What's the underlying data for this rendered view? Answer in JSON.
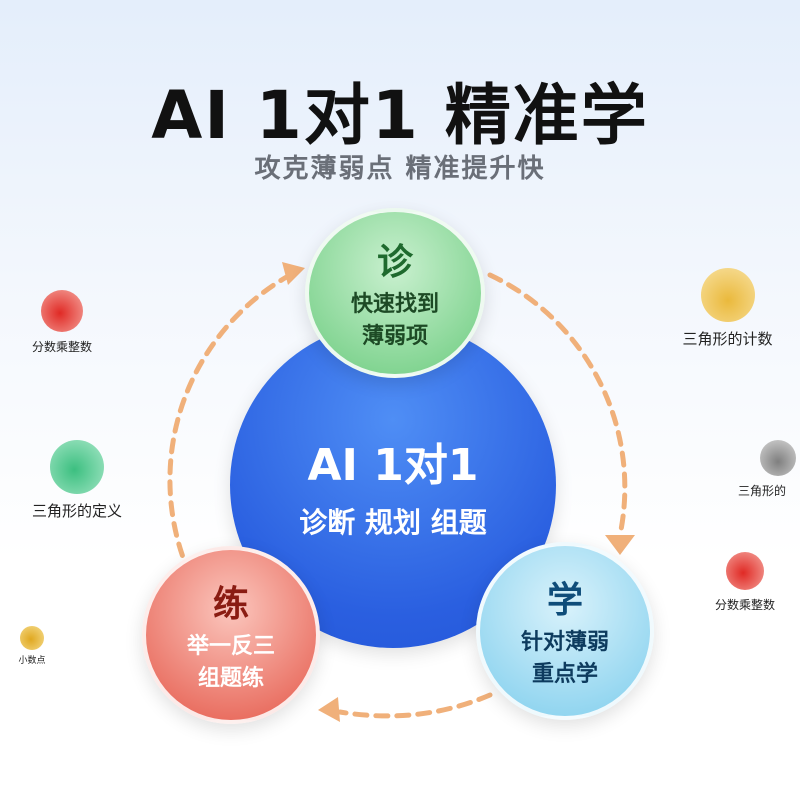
{
  "header": {
    "title": "AI 1对1 精准学",
    "subtitle": "攻克薄弱点 精准提升快"
  },
  "center": {
    "title": "AI 1对1",
    "subtitle": "诊断 规划 组题"
  },
  "steps": [
    {
      "key": "诊",
      "line1": "快速找到",
      "line2": "薄弱项",
      "color": "#7fd38f"
    },
    {
      "key": "学",
      "line1": "针对薄弱",
      "line2": "重点学",
      "color": "#8cd3ef"
    },
    {
      "key": "练",
      "line1": "举一反三",
      "line2": "组题练",
      "color": "#e8685a"
    }
  ],
  "planets": [
    {
      "label": "分数乘整数",
      "color": "#e85a50"
    },
    {
      "label": "三角形的定义",
      "color": "#5ccf9a"
    },
    {
      "label": "小数点",
      "color": "#e9b93a"
    },
    {
      "label": "三角形的计数",
      "color": "#efc248"
    },
    {
      "label": "三角形的",
      "color": "#9a9a9a"
    },
    {
      "label": "分数乘整数",
      "color": "#e85a50"
    }
  ],
  "accent": "#f0b07a"
}
